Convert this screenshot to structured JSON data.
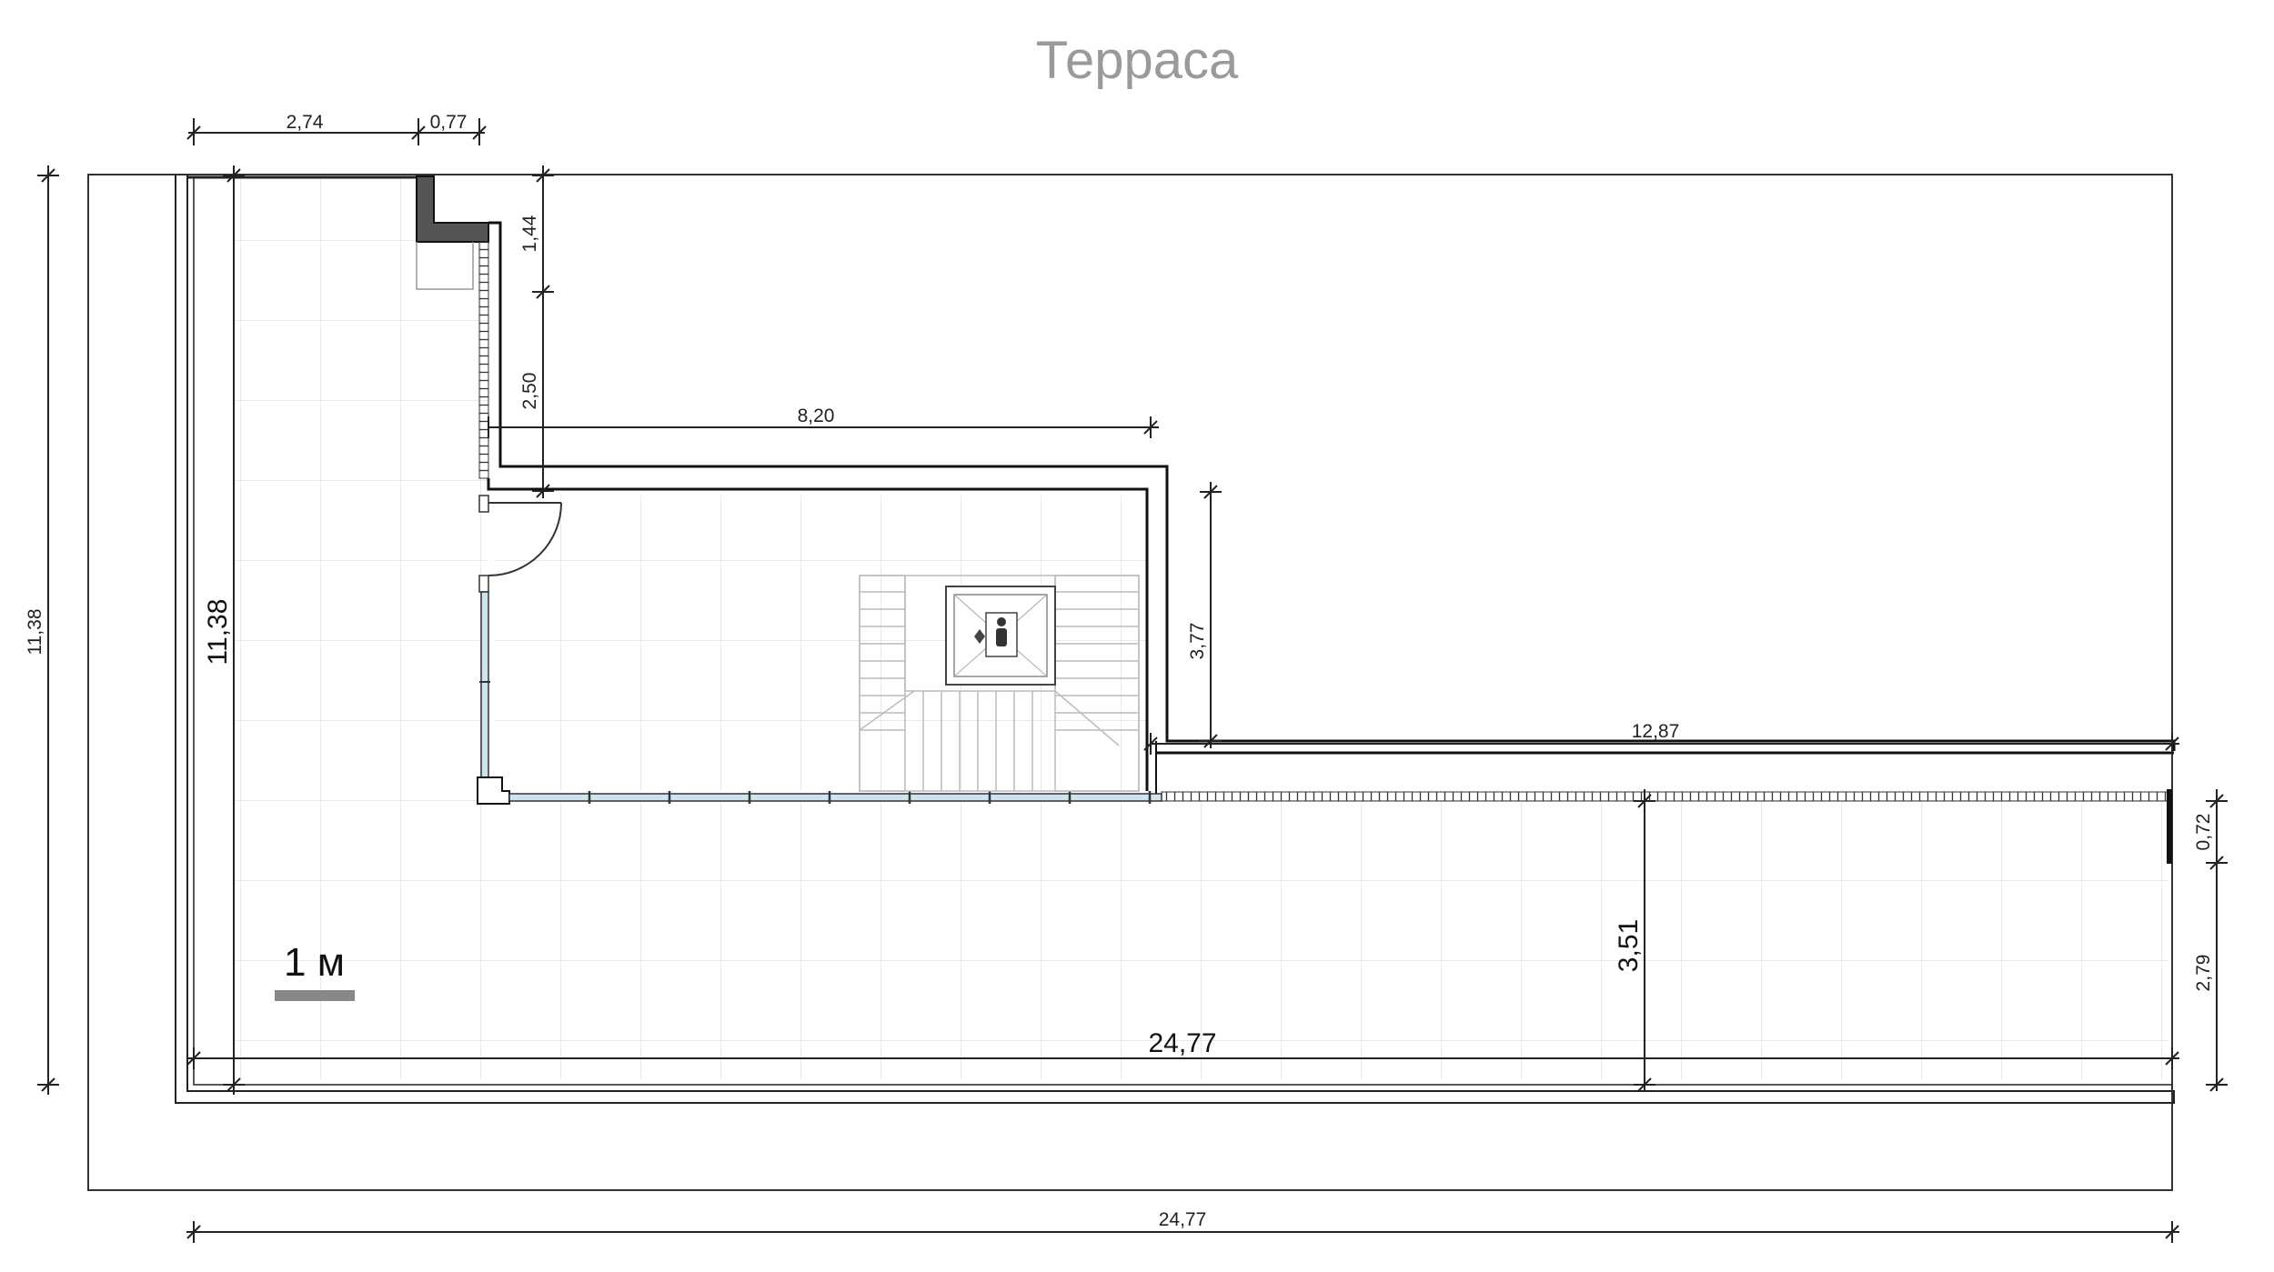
{
  "title": "Терраса",
  "scale_label": "1 м",
  "dimensions": {
    "top_left_width": "2,74",
    "top_wall_width": "0,77",
    "top_right_height": "1,44",
    "middle_right_height": "2,50",
    "stair_room_width": "8,20",
    "stair_room_height": "3,77",
    "east_wing_width": "12,87",
    "terrace_height_inner": "11,38",
    "terrace_height_outer": "11,38",
    "terrace_width_inner": "24,77",
    "terrace_width_outer": "24,77",
    "east_wing_depth": "3,51",
    "right_upper_height": "0,72",
    "right_lower_height": "2,79"
  },
  "colors": {
    "wall": "#111111",
    "wall_dark_fill": "#555555",
    "grid": "#e4e4e4",
    "glass": "#cfe3ef",
    "title": "#9a9a9a"
  }
}
